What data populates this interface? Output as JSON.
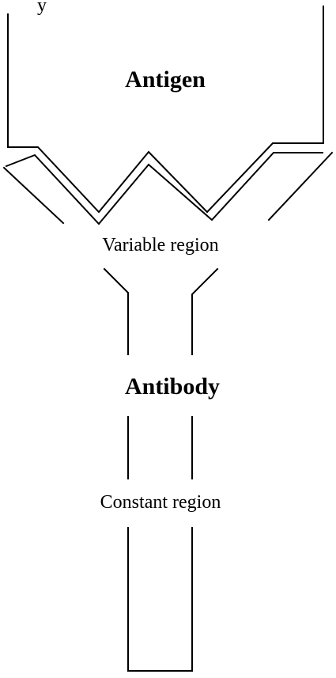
{
  "labels": {
    "top_fragment": "y",
    "antigen": "Antigen",
    "variable_region": "Variable region",
    "antibody": "Antibody",
    "constant_region": "Constant region"
  },
  "colors": {
    "stroke": "#000000",
    "background": "#ffffff"
  }
}
